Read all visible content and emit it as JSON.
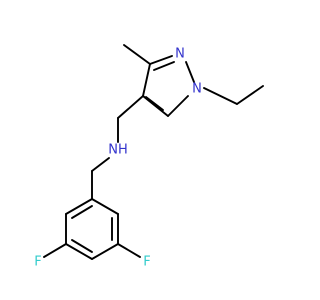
{
  "molecule": {
    "atoms": [
      {
        "id": "N1",
        "label": "N",
        "color": "#3333cc"
      },
      {
        "id": "N2",
        "label": "N",
        "color": "#3333cc"
      },
      {
        "id": "NH",
        "label": "NH",
        "color": "#3333cc"
      },
      {
        "id": "F1",
        "label": "F",
        "color": "#33cccc"
      },
      {
        "id": "F2",
        "label": "F",
        "color": "#33cccc"
      }
    ]
  },
  "colors": {
    "bond": "#000000",
    "nitrogen": "#3333cc",
    "fluorine": "#33cccc",
    "background": "#ffffff"
  }
}
